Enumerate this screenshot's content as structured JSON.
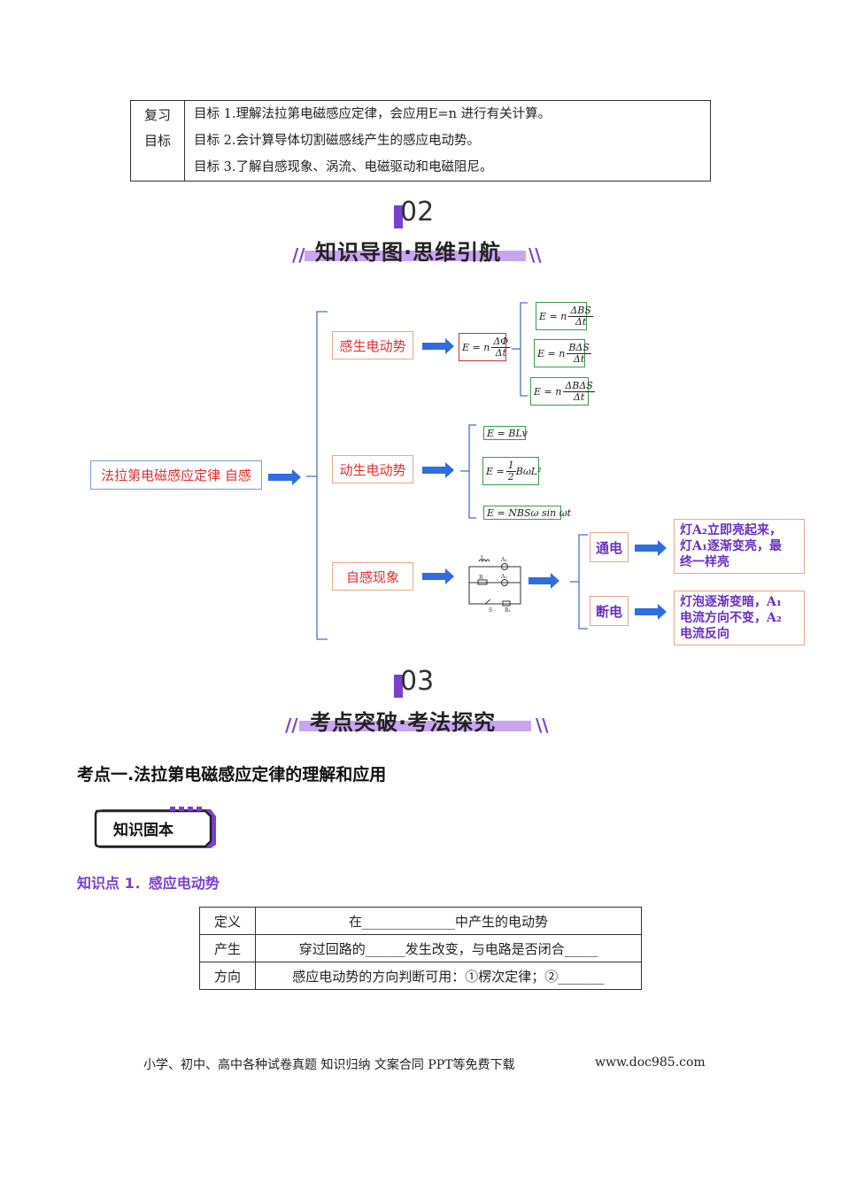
{
  "goals": {
    "label_line1": "复习",
    "label_line2": "目标",
    "lines": [
      "目标 1.理解法拉第电磁感应定律，会应用E=n 进行有关计算。",
      "目标  2.会计算导体切割磁感线产生的感应电动势。",
      "目标 3.了解自感现象、涡流、电磁驱动和电磁阻尼。"
    ]
  },
  "section2": {
    "number": "02",
    "title": "知识导图·思维引航"
  },
  "mindmap": {
    "root": "法拉第电磁感应定律 自感",
    "branches": [
      "感生电动势",
      "动生电动势",
      "自感现象"
    ],
    "induced_formula": {
      "lhs": "E = n",
      "num": "ΔΦ",
      "den": "Δt"
    },
    "induced_subs": [
      {
        "lhs": "E = n",
        "num": "ΔBS",
        "den": "Δt"
      },
      {
        "lhs": "E = n",
        "num": "BΔS",
        "den": "Δt"
      },
      {
        "lhs": "E = n",
        "num": "ΔBΔS",
        "den": "Δt"
      }
    ],
    "motional_subs": [
      "E = BLv",
      "E = ",
      "E = NBSω sin ωt"
    ],
    "motional_half": {
      "num": "1",
      "den": "2",
      "rest": "BωL²"
    },
    "self": {
      "on_label": "通电",
      "off_label": "断电",
      "on_text": [
        "灯A₂立即亮起来，",
        "灯A₁逐渐变亮，最",
        "终一样亮"
      ],
      "off_text": [
        "灯泡逐渐变暗，A₁",
        "电流方向不变，A₂",
        "电流反向"
      ]
    }
  },
  "section3": {
    "number": "03",
    "title": "考点突破·考法探究"
  },
  "topic_heading": "考点一.法拉第电磁感应定律的理解和应用",
  "badge": "知识固本",
  "knowledge_point": "知识点 1．感应电动势",
  "table": [
    {
      "key": "定义",
      "val": "在______________中产生的电动势"
    },
    {
      "key": "产生",
      "val": "穿过回路的______发生改变，与电路是否闭合_____"
    },
    {
      "key": "方向",
      "val": "感应电动势的方向判断可用：①楞次定律；②_______"
    }
  ],
  "footer": {
    "left": "小学、初中、高中各种试卷真题  知识归纳  文案合同  PPT等免费下载",
    "right": "www.doc985.com"
  }
}
